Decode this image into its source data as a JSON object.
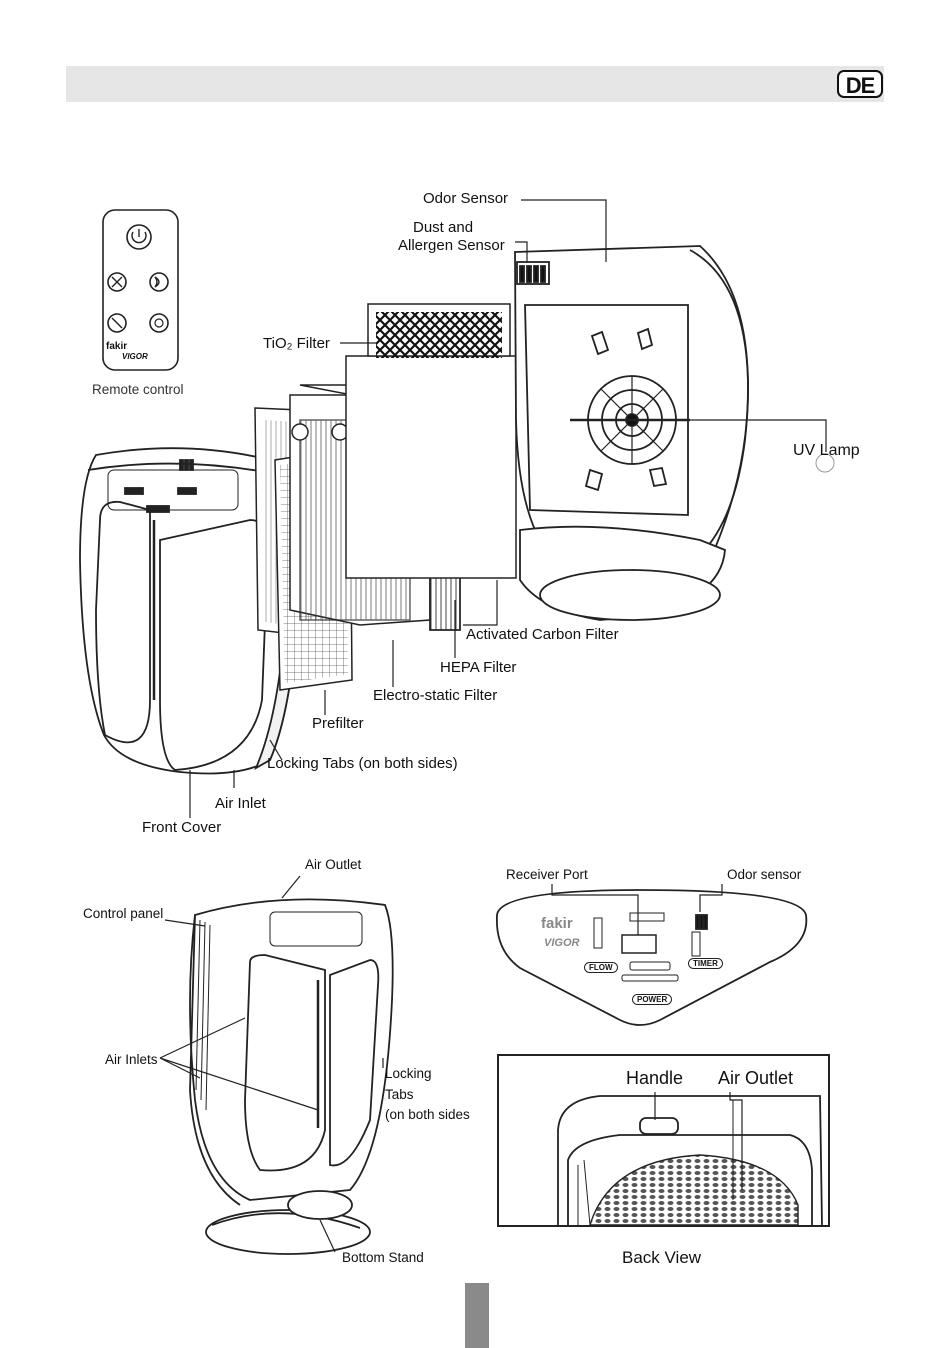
{
  "header": {
    "language_badge": "DE"
  },
  "exploded_view": {
    "remote_caption": "Remote control",
    "remote_brand": "fakir",
    "remote_model": "VIGOR",
    "labels": {
      "odor_sensor": "Odor Sensor",
      "dust_sensor_line1": "Dust and",
      "dust_sensor_line2": "Allergen Sensor",
      "tio2_filter": "TiO₂ Filter",
      "uv_lamp": "UV Lamp",
      "activated_carbon": "Activated Carbon Filter",
      "hepa": "HEPA Filter",
      "electrostatic": "Electro-static Filter",
      "prefilter": "Prefilter",
      "locking_tabs": "Locking Tabs (on both sides)",
      "air_inlet": "Air Inlet",
      "front_cover": "Front Cover"
    }
  },
  "unit_view": {
    "labels": {
      "air_outlet": "Air Outlet",
      "control_panel": "Control panel",
      "air_inlets": "Air Inlets",
      "locking_line1": "Locking",
      "locking_line2": "Tabs",
      "locking_line3": "(on both sides",
      "bottom_stand": "Bottom Stand"
    }
  },
  "panel_view": {
    "labels": {
      "receiver_port": "Receiver Port",
      "odor_sensor": "Odor sensor"
    },
    "brand": "fakir",
    "model": "VIGOR",
    "buttons": {
      "flow": "FLOW",
      "timer": "TIMER",
      "power": "POWER"
    }
  },
  "back_view": {
    "labels": {
      "handle": "Handle",
      "air_outlet": "Air Outlet"
    },
    "caption": "Back View"
  }
}
